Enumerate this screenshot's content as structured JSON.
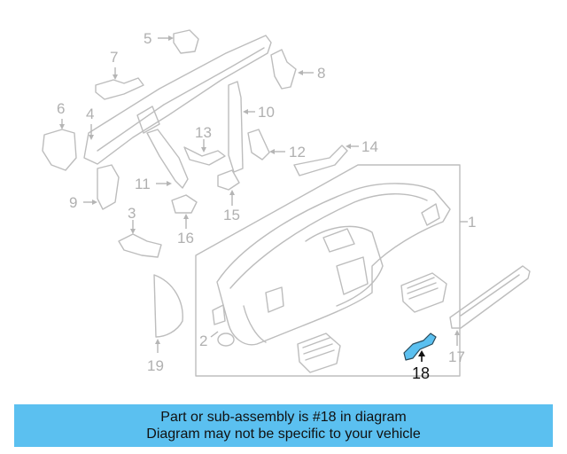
{
  "callouts": [
    "1",
    "2",
    "3",
    "4",
    "5",
    "6",
    "7",
    "8",
    "10",
    "11",
    "12",
    "13",
    "14",
    "15",
    "16",
    "17",
    "18",
    "19",
    "9"
  ],
  "highlighted_part": "18",
  "highlight_color": "#5bc0f0",
  "banner": {
    "line1": "Part or sub-assembly is #18 in diagram",
    "line2": "Diagram may not be specific to your vehicle",
    "background": "#5bc0f0"
  }
}
